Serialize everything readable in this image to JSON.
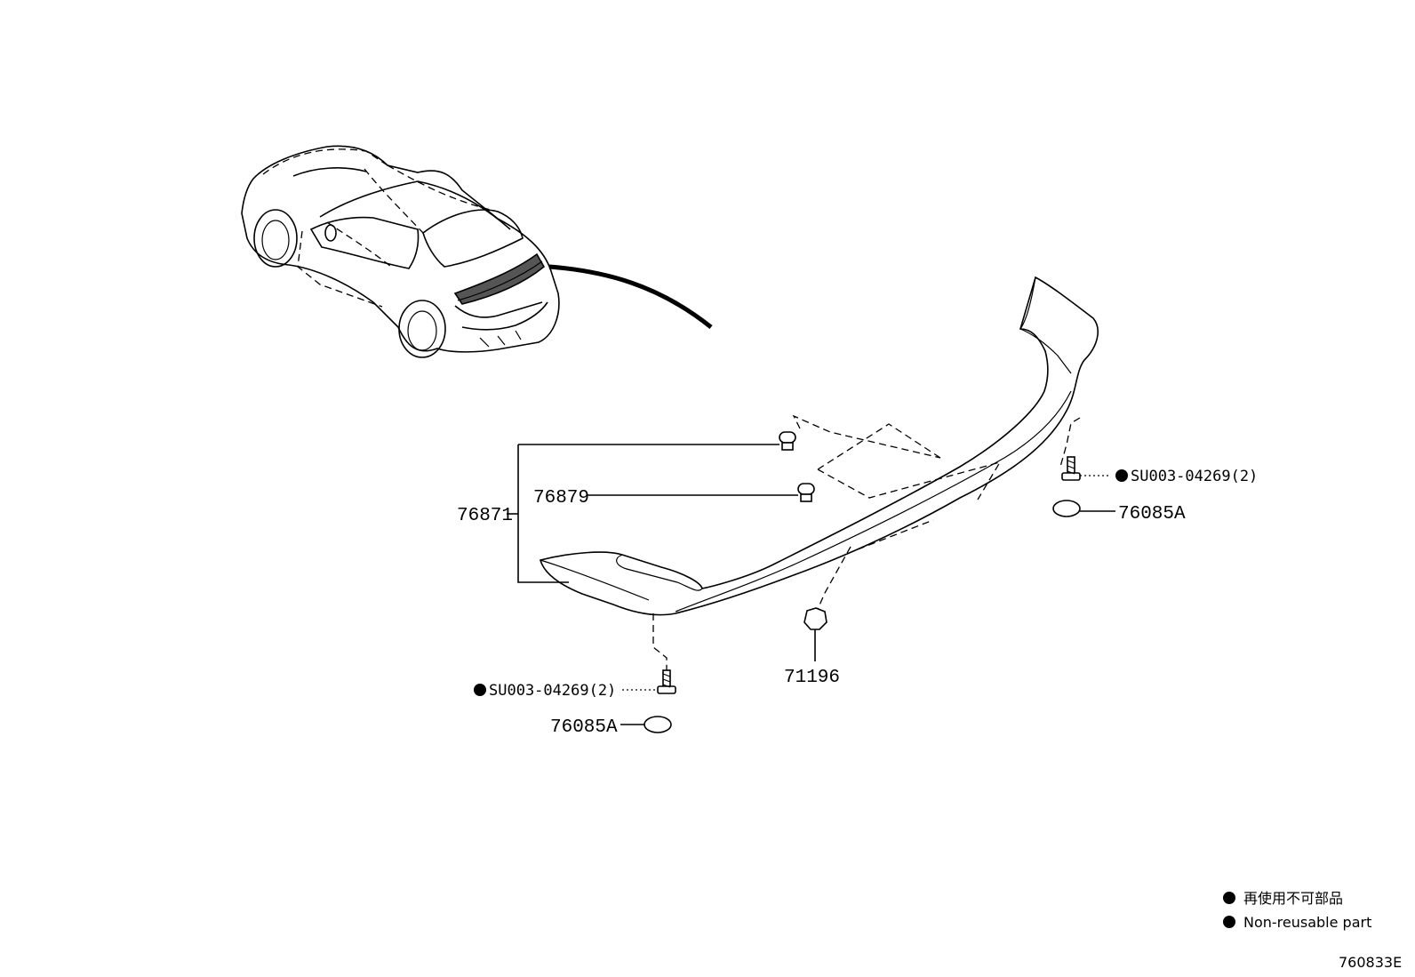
{
  "callouts": {
    "assembly": "76871",
    "clip_upper": "76879",
    "clip_lower": "71196",
    "bolt_right": "SU003-04269(2)",
    "bolt_left": "SU003-04269(2)",
    "cap_right": "76085A",
    "cap_left": "76085A"
  },
  "legend": {
    "line1": "再使用不可部品",
    "line2": "Non-reusable part"
  },
  "figure_code": "760833E",
  "icons": {
    "non_reusable_marker": "filled-circle"
  }
}
